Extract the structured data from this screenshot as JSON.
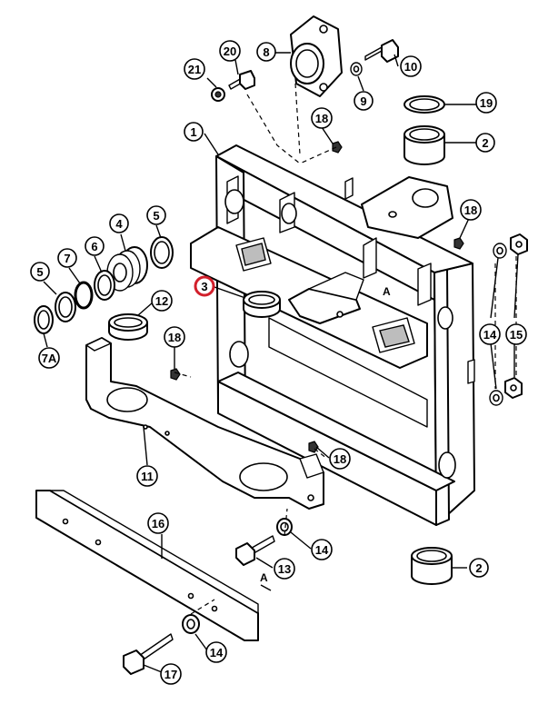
{
  "diagram": {
    "highlighted_callout": "3",
    "colors": {
      "highlight": "#d21f2b",
      "line": "#000000",
      "shade": "#bdbdbd"
    },
    "callouts": [
      {
        "id": "c1",
        "label": "1"
      },
      {
        "id": "c2a",
        "label": "2"
      },
      {
        "id": "c2b",
        "label": "2"
      },
      {
        "id": "c3",
        "label": "3"
      },
      {
        "id": "c4",
        "label": "4"
      },
      {
        "id": "c5a",
        "label": "5"
      },
      {
        "id": "c5b",
        "label": "5"
      },
      {
        "id": "c6",
        "label": "6"
      },
      {
        "id": "c7",
        "label": "7"
      },
      {
        "id": "c7a",
        "label": "7A"
      },
      {
        "id": "c8",
        "label": "8"
      },
      {
        "id": "c9",
        "label": "9"
      },
      {
        "id": "c10",
        "label": "10"
      },
      {
        "id": "c11",
        "label": "11"
      },
      {
        "id": "c12",
        "label": "12"
      },
      {
        "id": "c13",
        "label": "13"
      },
      {
        "id": "c14a",
        "label": "14"
      },
      {
        "id": "c14b",
        "label": "14"
      },
      {
        "id": "c14c",
        "label": "14"
      },
      {
        "id": "c15",
        "label": "15"
      },
      {
        "id": "c16",
        "label": "16"
      },
      {
        "id": "c17",
        "label": "17"
      },
      {
        "id": "c18a",
        "label": "18"
      },
      {
        "id": "c18b",
        "label": "18"
      },
      {
        "id": "c18c",
        "label": "18"
      },
      {
        "id": "c18d",
        "label": "18"
      },
      {
        "id": "c19",
        "label": "19"
      },
      {
        "id": "c20",
        "label": "20"
      },
      {
        "id": "c21",
        "label": "21"
      }
    ],
    "markers": [
      {
        "id": "m1",
        "label": "A"
      },
      {
        "id": "m2",
        "label": "A"
      }
    ]
  }
}
